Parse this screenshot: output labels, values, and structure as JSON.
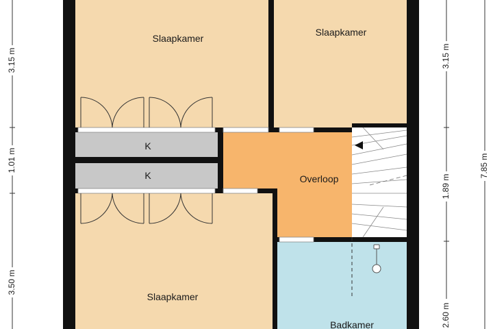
{
  "rooms": {
    "bedroom_top_left": "Slaapkamer",
    "bedroom_top_right": "Slaapkamer",
    "closet_upper": "K",
    "closet_lower": "K",
    "landing": "Overloop",
    "bedroom_bottom": "Slaapkamer",
    "bathroom": "Badkamer"
  },
  "dimensions": {
    "left_top": "3.15 m",
    "left_middle": "1.01 m",
    "left_bottom": "3.50 m",
    "right_top": "3.15 m",
    "right_middle": "1.89 m",
    "right_bottom": "2.60 m",
    "right_total": "7.85 m"
  },
  "colors": {
    "bedroom": "#f5d9ae",
    "closet": "#c8c8c8",
    "landing": "#f7b56c",
    "bathroom": "#bfe2ea",
    "wall": "#111111",
    "stairs": "#ffffff"
  }
}
